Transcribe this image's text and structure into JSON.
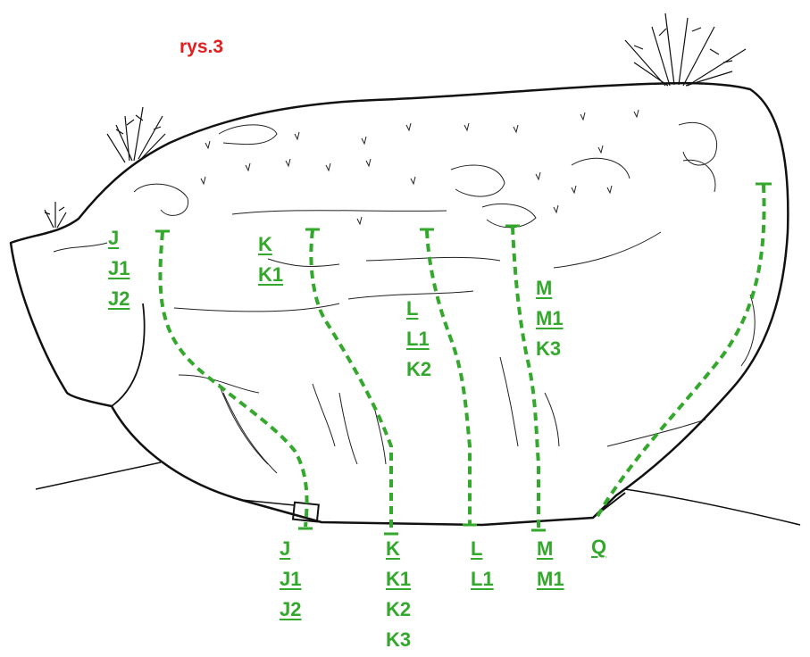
{
  "figure_label": "rys.3",
  "colors": {
    "route": "#33a82c",
    "outline": "#111111",
    "figure_label": "#e02020"
  },
  "routes_top": [
    {
      "id": "J",
      "lines": [
        "J",
        "J1",
        "J2"
      ]
    },
    {
      "id": "K",
      "lines": [
        "K",
        "K1"
      ]
    },
    {
      "id": "L",
      "lines": [
        "L",
        "L1",
        "K2"
      ]
    },
    {
      "id": "M",
      "lines": [
        "M",
        "M1",
        "K3"
      ]
    }
  ],
  "routes_bottom": [
    {
      "id": "J",
      "lines": [
        "J",
        "J1",
        "J2"
      ]
    },
    {
      "id": "K",
      "lines": [
        "K",
        "K1",
        "K2",
        "K3"
      ]
    },
    {
      "id": "L",
      "lines": [
        "L",
        "L1"
      ]
    },
    {
      "id": "M",
      "lines": [
        "M",
        "M1"
      ]
    },
    {
      "id": "Q",
      "lines": [
        "Q"
      ]
    }
  ]
}
